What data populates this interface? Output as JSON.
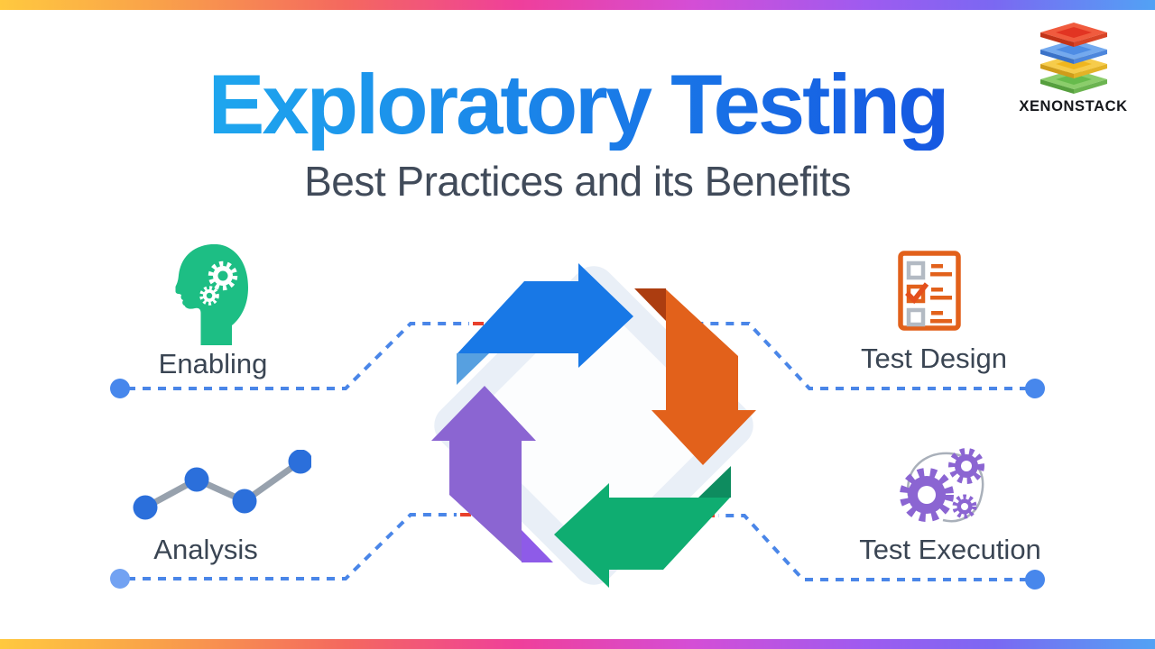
{
  "header": {
    "title": "Exploratory Testing",
    "subtitle": "Best Practices and its Benefits"
  },
  "logo": {
    "brand": "XENONSTACK",
    "layer_colors": [
      "#F05B3E",
      "#74A9EE",
      "#F6CC4B",
      "#8BCD6B"
    ]
  },
  "items": [
    {
      "label": "Enabling",
      "icon": "head-gears-icon",
      "position": "top-left",
      "accent": "#1DBE84"
    },
    {
      "label": "Test Design",
      "icon": "checklist-icon",
      "position": "top-right",
      "accent": "#E2611B"
    },
    {
      "label": "Analysis",
      "icon": "line-chart-icon",
      "position": "bottom-left",
      "accent": "#2B6FDB"
    },
    {
      "label": "Test Execution",
      "icon": "gears-icon",
      "position": "bottom-right",
      "accent": "#8B65D2"
    }
  ],
  "diagram": {
    "type": "cycle",
    "arrows": [
      {
        "position": "top",
        "direction": "right",
        "color": "#1878E6",
        "fold_color": "#57A0E0"
      },
      {
        "position": "right",
        "direction": "down",
        "color": "#E2611B",
        "fold_color": "#AC3D10"
      },
      {
        "position": "bottom",
        "direction": "left",
        "color": "#0FAD71",
        "fold_color": "#0E8C5F"
      },
      {
        "position": "left",
        "direction": "up",
        "color": "#8B65D2",
        "fold_color": "#8E5BE8"
      }
    ],
    "background_diamond": "#E9EFF7",
    "inner_diamond": "#FCFDFE"
  },
  "colors": {
    "title_gradient_start": "#1EA5EE",
    "title_gradient_end": "#1659E2",
    "subtitle_text": "#414B5A",
    "item_label_text": "#3A4553",
    "connector_line": "#4A86E8",
    "connector_dot": "#4787EC",
    "connector_accent_dash": "#E8402C",
    "edge_bar_gradient": [
      "#FFC93F",
      "#F4685F",
      "#EF3F9B",
      "#9E5BF0",
      "#52A2F4"
    ]
  }
}
